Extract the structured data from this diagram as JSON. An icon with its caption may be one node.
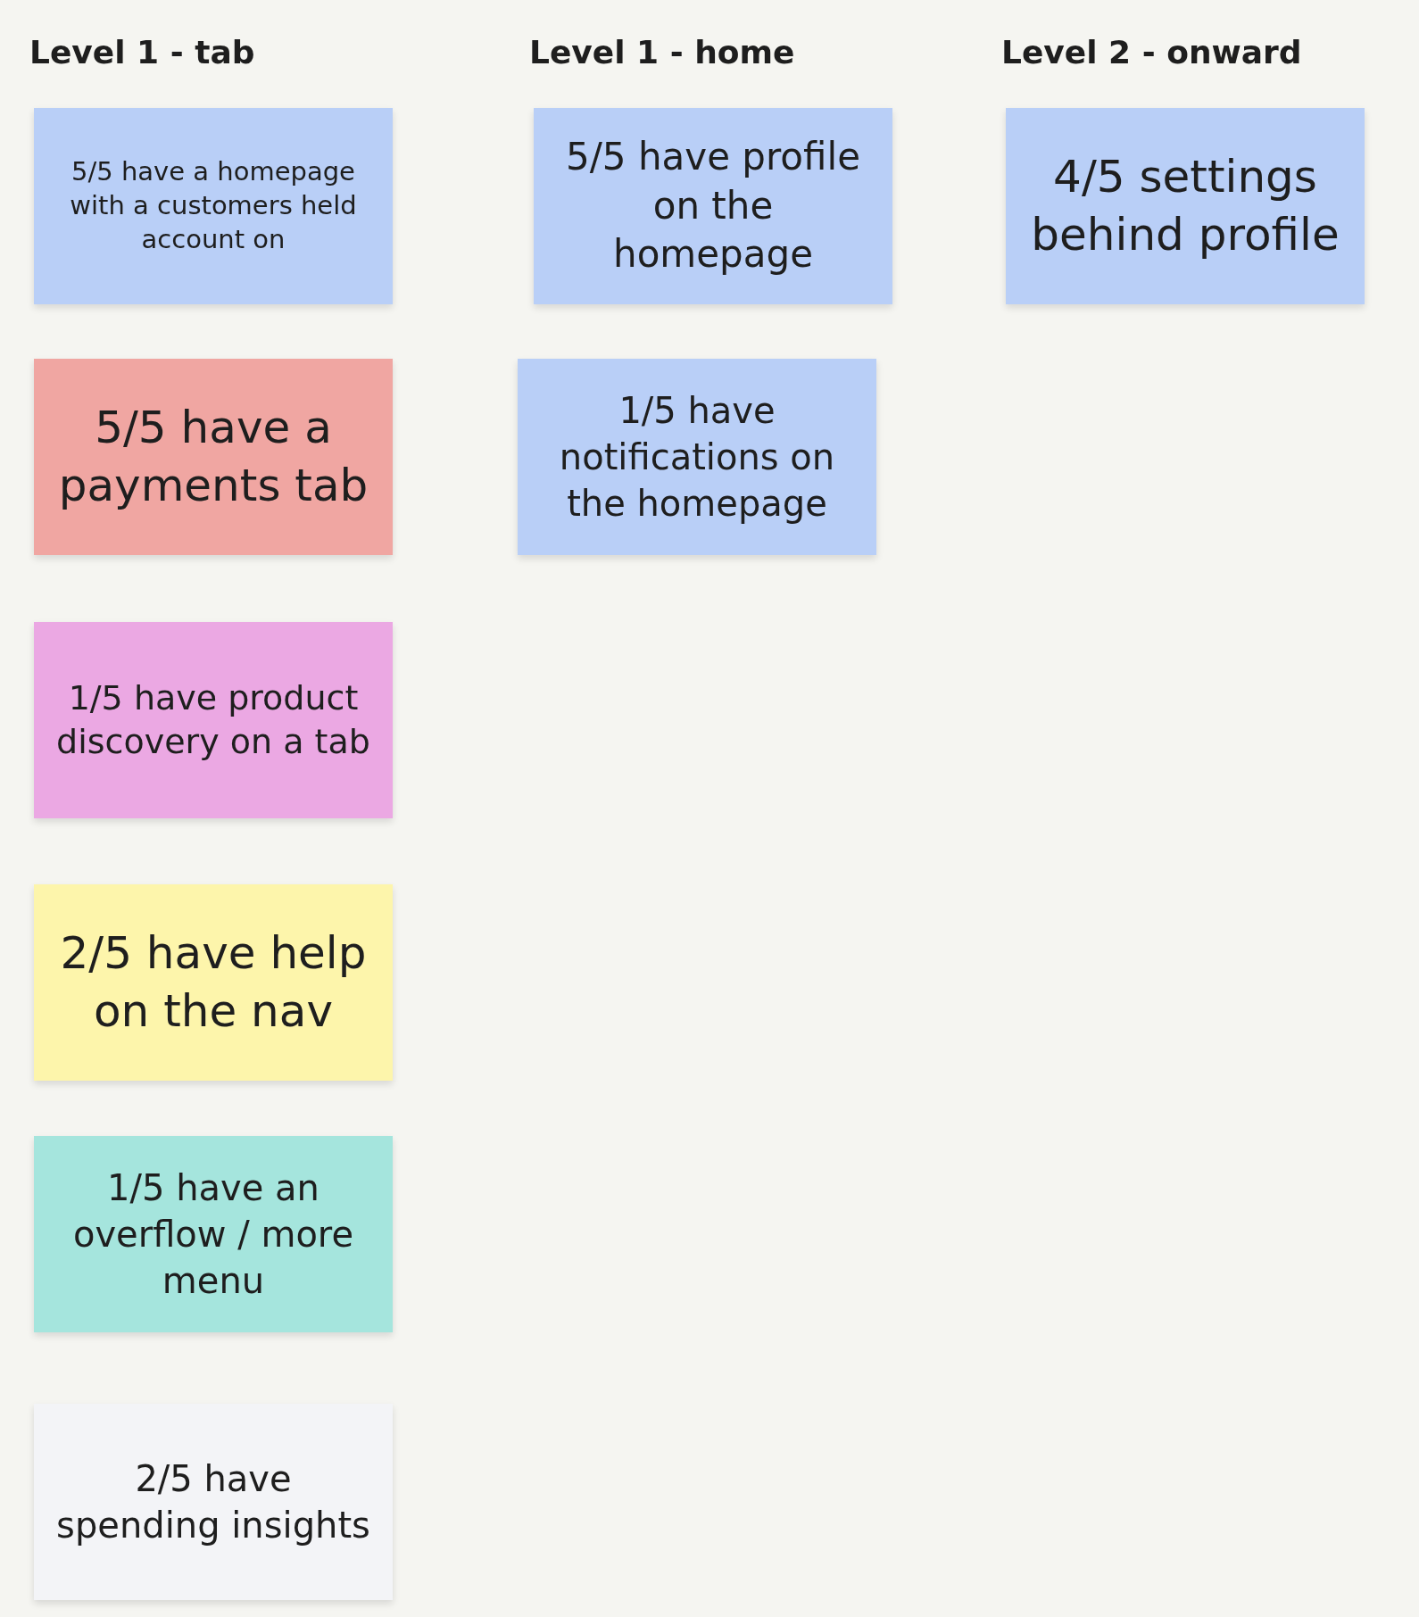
{
  "diagram": {
    "nodes": [
      {
        "text": [
          "5/5 have a homepage with a customers held account on"
        ]
      },
      {
        "text": [
          "5/5 have a payments tab"
        ]
      },
      {
        "text": [
          "1/5 have product discovery on a tab"
        ]
      },
      {
        "text": [
          "2/5 have help on the nav"
        ]
      },
      {
        "text": [
          "1/5 have an overflow / more menu"
        ]
      },
      {
        "text": [
          "2/5 have spending insights"
        ]
      },
      {
        "text": [
          "5/5 have profile on the homepage"
        ]
      },
      {
        "text": [
          "1/5 have notifications on the homepage"
        ]
      },
      {
        "text": [
          "4/5 settings behind profile"
        ]
      }
    ],
    "labels": [
      "Level 1 - tab",
      "Level 1 - home",
      "Level 2 - onward"
    ]
  }
}
